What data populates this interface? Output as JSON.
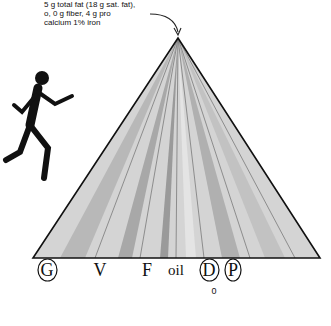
{
  "diagram": {
    "nodes": [
      {
        "text": [
          "G"
        ]
      },
      {
        "text": [
          "D"
        ]
      },
      {
        "text": [
          "P"
        ]
      }
    ],
    "labels": [
      "5 g total fat (18 g sat. fat),",
      "o, 0 g fiber, 4 g pro",
      "calcium 1% iron",
      "V",
      "F",
      "oil",
      "0"
    ]
  }
}
